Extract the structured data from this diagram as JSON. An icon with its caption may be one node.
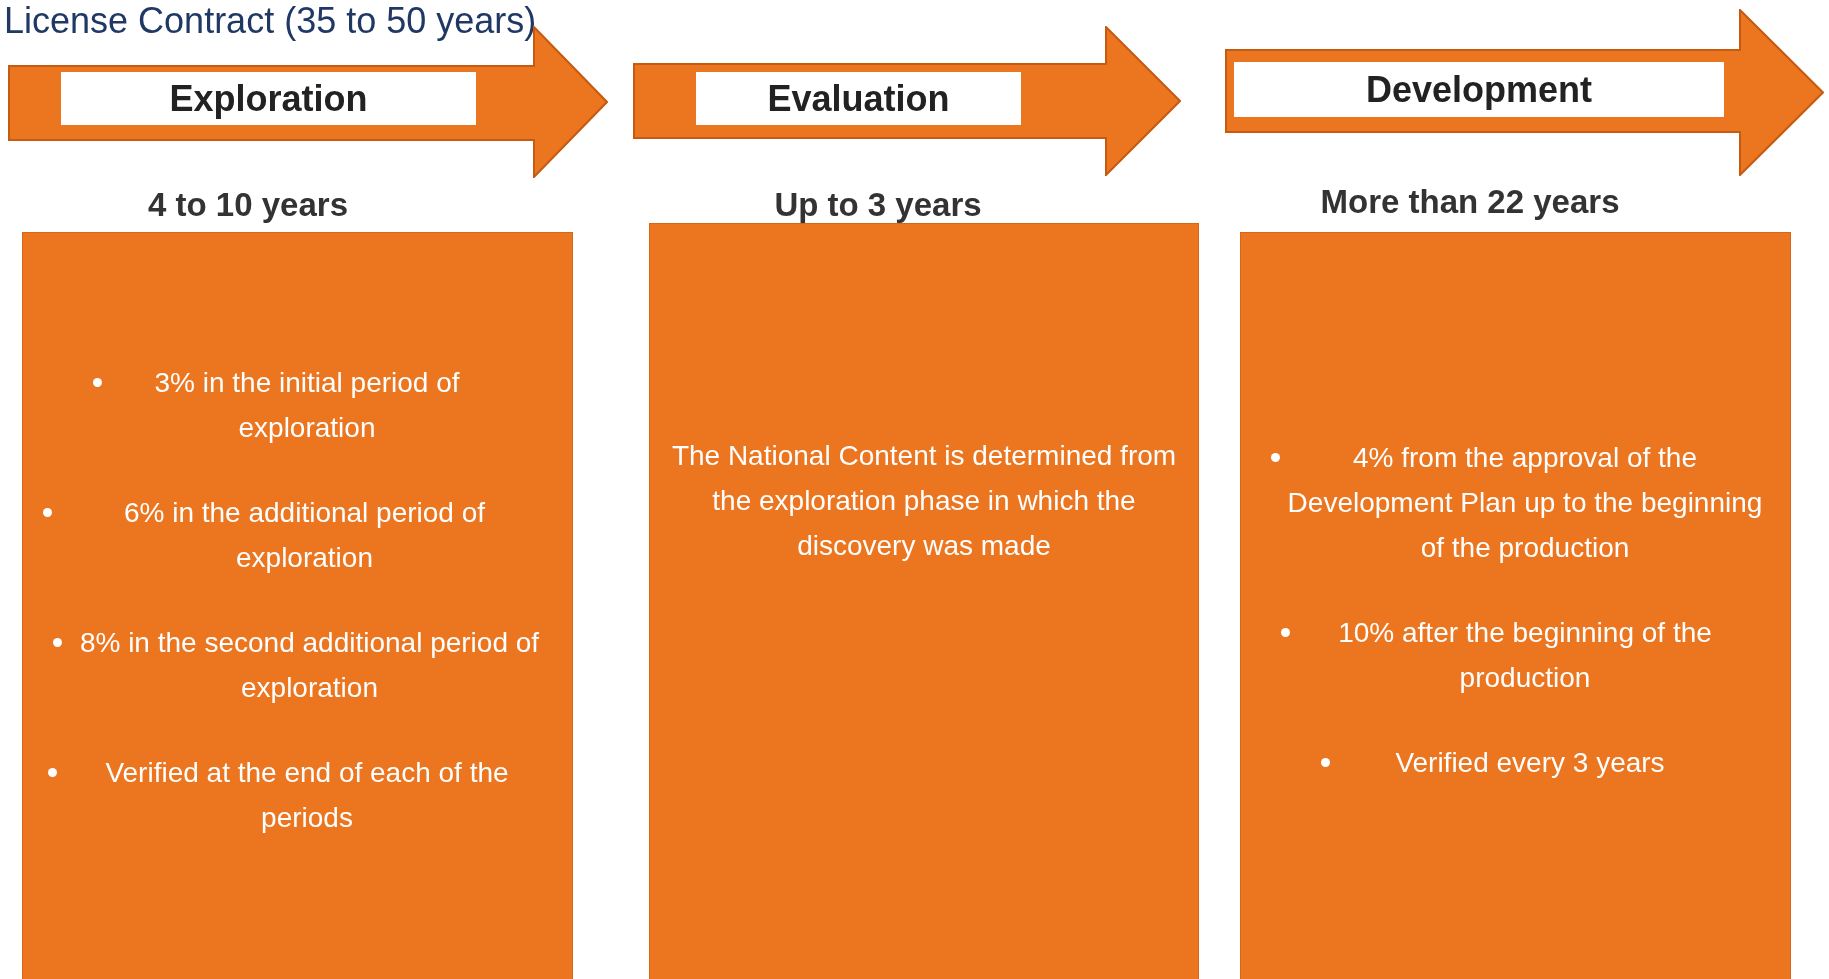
{
  "diagram": {
    "title": "License Contract (35 to 50 years)",
    "nodes": [
      {
        "text": [
          "Exploration"
        ],
        "beside": [
          "4 to 10 years"
        ]
      },
      {
        "text": [
          "Evaluation"
        ],
        "beside": [
          "Up to 3 years"
        ]
      },
      {
        "text": [
          "Development"
        ],
        "beside": [
          "More than 22 years"
        ]
      },
      {
        "text": [
          "3%  in the initial period of exploration",
          "6% in the additional period of exploration",
          "8% in the second additional period of exploration",
          "Verified at the end of each of the periods"
        ]
      },
      {
        "text": [
          "The National Content is determined from the exploration phase in which the discovery was made"
        ]
      },
      {
        "text": [
          "4% from the approval of the Development Plan up  to the beginning of the production",
          "10% after the beginning of the production",
          "Verified every 3 years"
        ]
      }
    ],
    "edges": []
  }
}
